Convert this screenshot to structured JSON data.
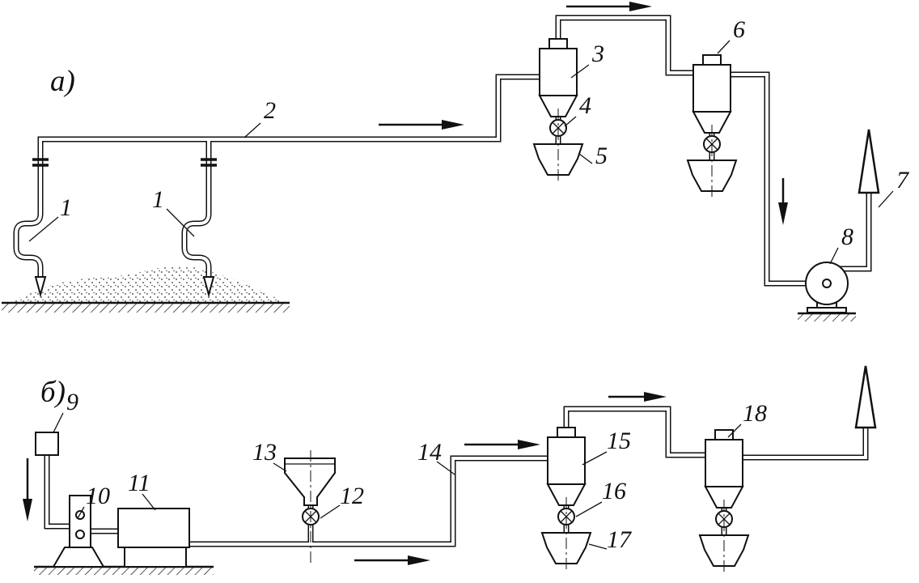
{
  "figure": {
    "background": "#ffffff",
    "ink": "#111111",
    "scheme_a": {
      "label": "а)",
      "callouts": {
        "nozzle_left": "1",
        "nozzle_right": "1",
        "pipeline": "2",
        "cyclone_primary": "3",
        "rotary_valve_primary": "4",
        "hopper_primary": "5",
        "cyclone_secondary": "6",
        "exhaust": "7",
        "blower": "8"
      }
    },
    "scheme_b": {
      "label": "б)",
      "callouts": {
        "air_intake": "9",
        "blower": "10",
        "motor": "11",
        "feeder_valve": "12",
        "feed_hopper": "13",
        "pipeline": "14",
        "cyclone_primary": "15",
        "rotary_valve_primary": "16",
        "hopper_primary": "17",
        "cyclone_secondary": "18"
      }
    }
  }
}
